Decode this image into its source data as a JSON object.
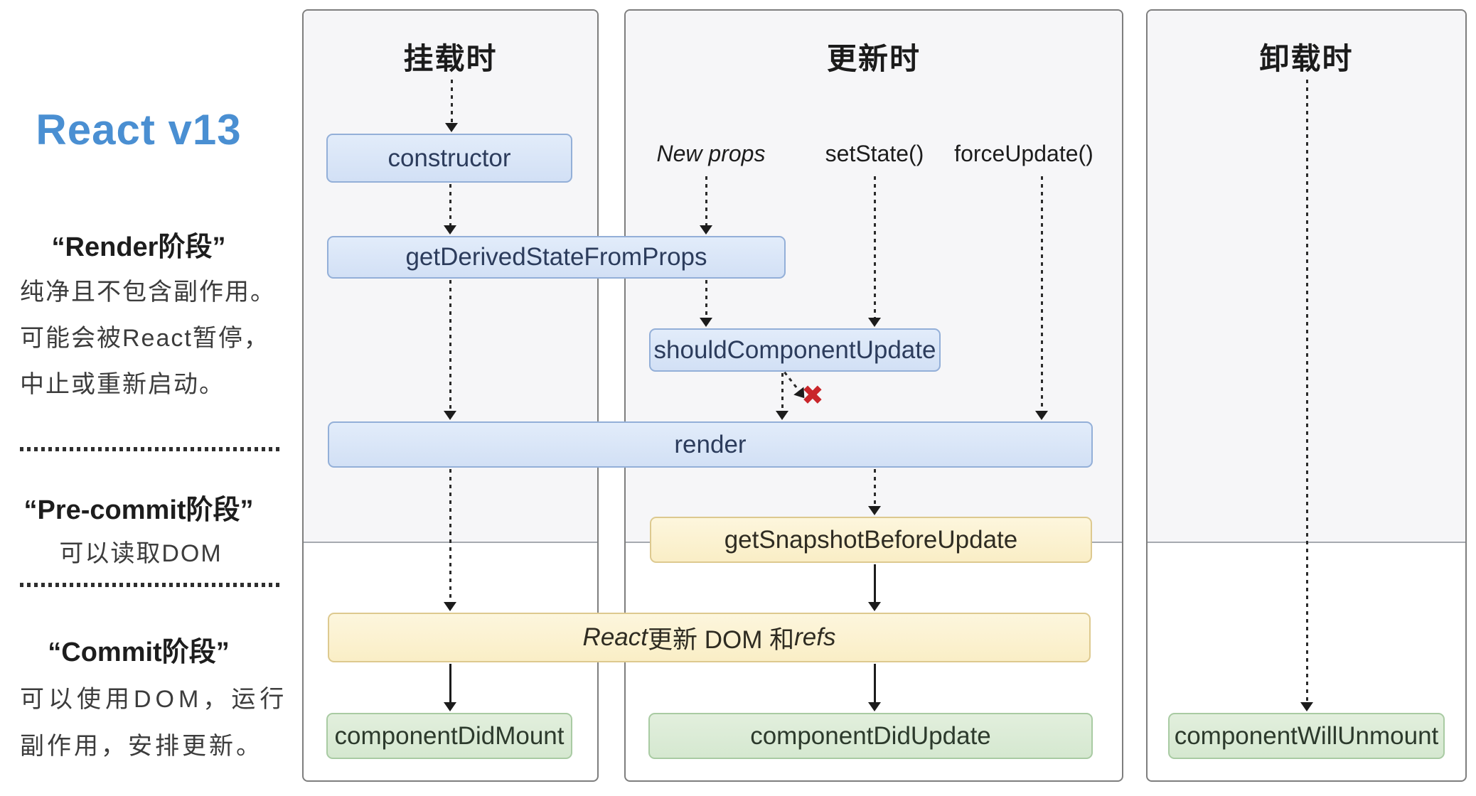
{
  "sidebar": {
    "version": "React v13",
    "sections": [
      {
        "title": "“Render阶段”",
        "lines": [
          "纯净且不包含副作用。",
          "可能会被React暂停，",
          "中止或重新启动。"
        ]
      },
      {
        "title": "“Pre-commit阶段”",
        "lines": [
          "可以读取DOM"
        ]
      },
      {
        "title": "“Commit阶段”",
        "lines": [
          "可以使用DOM，运行",
          "副作用，安排更新。"
        ]
      }
    ]
  },
  "columns": [
    {
      "header": "挂载时"
    },
    {
      "header": "更新时"
    },
    {
      "header": "卸载时"
    }
  ],
  "triggers": {
    "new_props": "New props",
    "set_state": "setState()",
    "force_update": "forceUpdate()"
  },
  "boxes": {
    "constructor": "constructor",
    "get_derived_state_from_props": "getDerivedStateFromProps",
    "should_component_update": "shouldComponentUpdate",
    "render": "render",
    "get_snapshot_before_update": "getSnapshotBeforeUpdate",
    "react_updates_dom": {
      "react": "React",
      "middle": "更新 DOM 和 ",
      "refs": "refs"
    },
    "component_did_mount": "componentDidMount",
    "component_did_update": "componentDidUpdate",
    "component_will_unmount": "componentWillUnmount"
  },
  "marks": {
    "skip_x": "✖"
  },
  "colors": {
    "accent_blue": "#4a8fd2",
    "box_blue_fill": "#d9e6f8",
    "box_blue_border": "#93afd8",
    "box_yellow_fill": "#fcf3d2",
    "box_yellow_border": "#ddc98f",
    "box_green_fill": "#dcebd7",
    "box_green_border": "#a9cba3",
    "error_red": "#c9262b",
    "column_bg_top": "#f6f6f8",
    "column_border": "#7e7e7e"
  }
}
